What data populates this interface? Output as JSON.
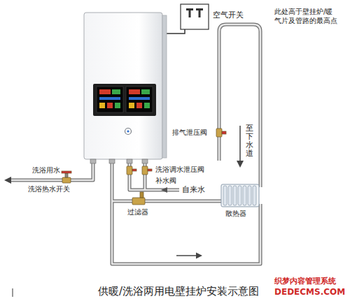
{
  "diagram": {
    "caption": "供暖/洗浴两用电壁挂炉安装示意图",
    "labels": [
      "空气开关",
      "此处高于壁挂炉/暖气片及管路的最高点",
      "排气泄压阀",
      "至下水道",
      "洗浴用水",
      "洗浴热水开关",
      "洗浴调水泄压阀",
      "补水阀",
      "自来水",
      "散热器",
      "过滤器",
      "织梦内容管理系统",
      "DEDECMS.COM"
    ]
  }
}
